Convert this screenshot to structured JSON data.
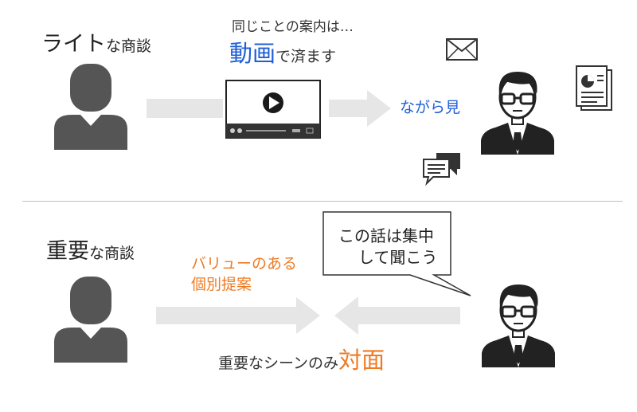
{
  "top": {
    "title_big": "ライト",
    "title_small": "な商談",
    "caption_line1": "同じことの案内は…",
    "caption_emph": "動画",
    "caption_rest": "で済ます",
    "side_label": "ながら見"
  },
  "bottom": {
    "title_big": "重要",
    "title_small": "な商談",
    "proposal_line1": "バリューのある",
    "proposal_line2": "個別提案",
    "bubble_line1": "この話は集中",
    "bubble_line2": "して聞こう",
    "caption_rest": "重要なシーンのみ",
    "caption_emph": "対面"
  },
  "colors": {
    "accent_blue": "#1f5fd6",
    "accent_orange": "#ef7a22",
    "silhouette": "#555555",
    "arrow": "#e6e6e6",
    "divider": "#bfbfbf"
  },
  "icons": [
    "person-silhouette-icon",
    "video-player-icon",
    "envelope-icon",
    "document-chart-icon",
    "chat-bubbles-icon",
    "businessman-icon",
    "speech-bubble"
  ]
}
